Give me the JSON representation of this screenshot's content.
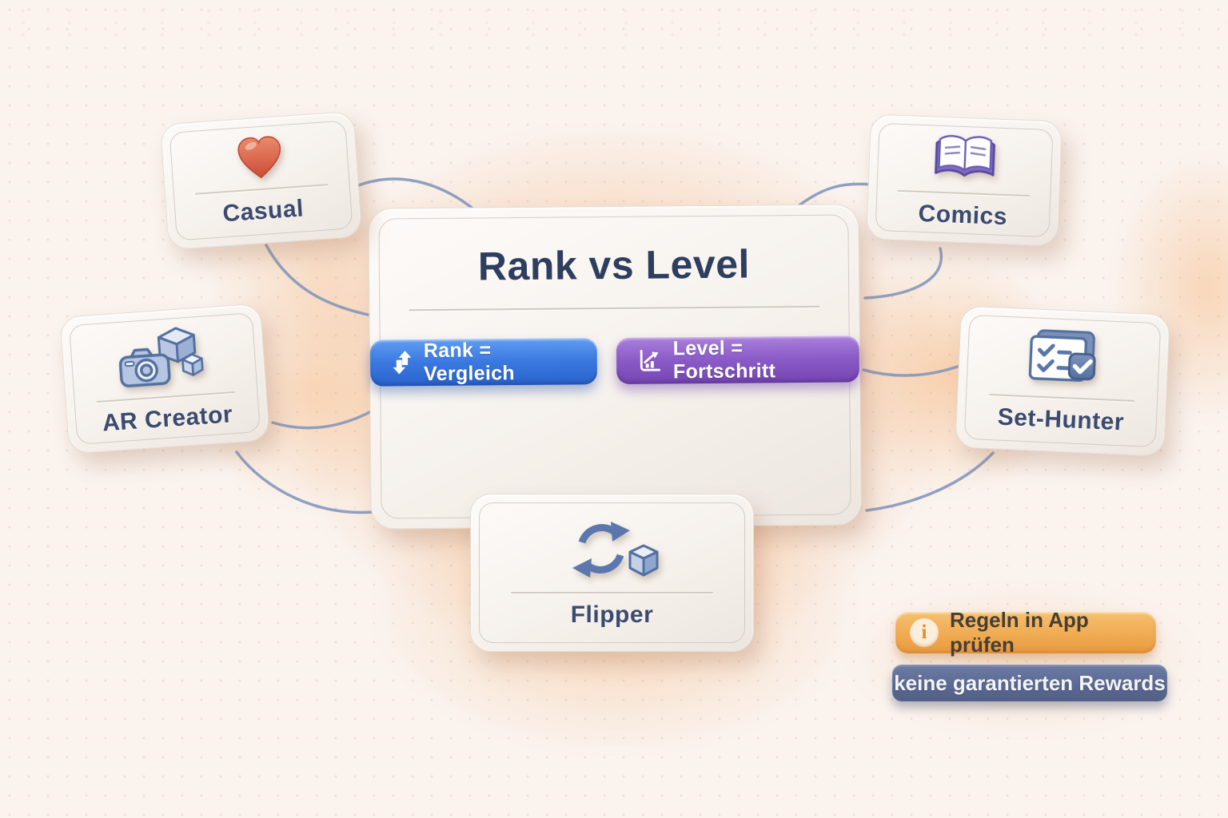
{
  "center": {
    "title": "Rank vs Level",
    "pills": [
      {
        "label": "Rank = Vergleich",
        "icon": "sort-arrows-icon",
        "color": "#3a78e0"
      },
      {
        "label": "Level = Fortschritt",
        "icon": "chart-progress-icon",
        "color": "#8a5ac7"
      }
    ]
  },
  "nodes": [
    {
      "id": "casual",
      "label": "Casual",
      "icon": "heart-icon"
    },
    {
      "id": "comics",
      "label": "Comics",
      "icon": "open-book-icon"
    },
    {
      "id": "ar-creator",
      "label": "AR Creator",
      "icon": "camera-cubes-icon"
    },
    {
      "id": "set-hunter",
      "label": "Set-Hunter",
      "icon": "checklist-icon"
    },
    {
      "id": "flipper",
      "label": "Flipper",
      "icon": "flip-cube-icon"
    }
  ],
  "notes": [
    {
      "label": "Regeln in App prüfen",
      "icon_glyph": "i",
      "color": "#efa94f"
    },
    {
      "label": "keine garantierten Rewards",
      "color": "#5b6a93"
    }
  ],
  "palette": {
    "background": "#faf3ee",
    "glow": "#f49e5a",
    "connector": "#8497bc",
    "text_dark": "#3b4b6f",
    "title": "#2e3e5f",
    "pill_blue": "#3a78e0",
    "pill_purple": "#8a5ac7",
    "banner_orange": "#efa94f",
    "banner_slate": "#5b6a93",
    "heart_red": "#d65f49",
    "book_purple": "#7f6cc4",
    "icon_blue": "#53709f"
  }
}
